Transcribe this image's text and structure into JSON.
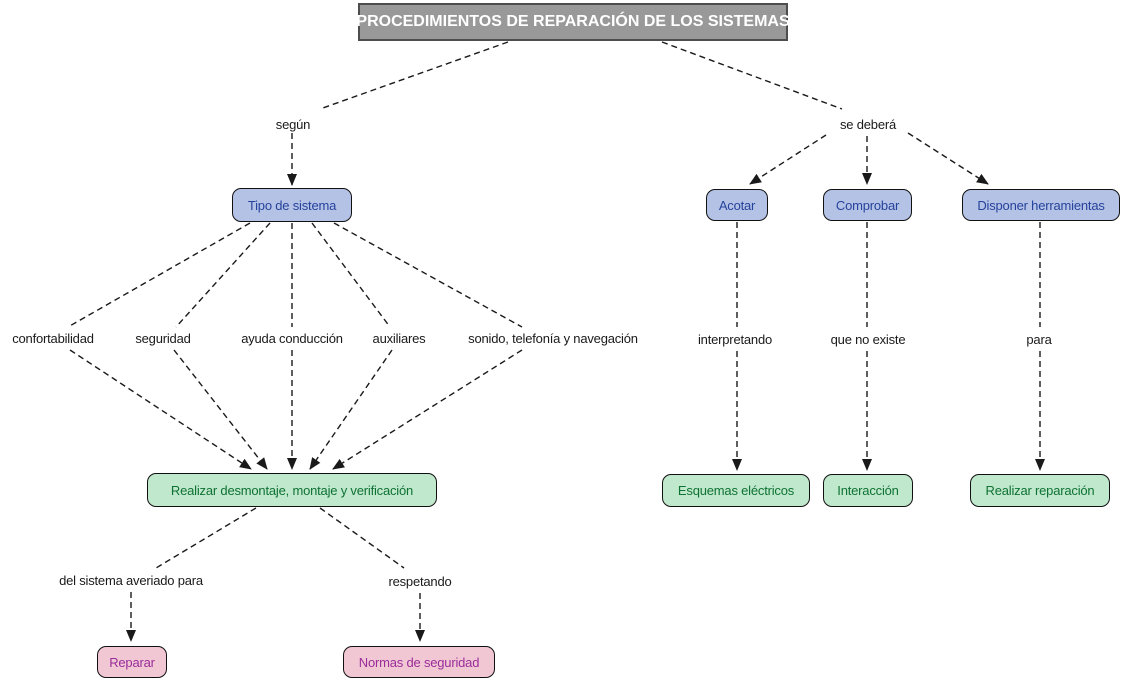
{
  "colors": {
    "background": "#ffffff",
    "title-fill": "#999999",
    "title-border": "#4d4d4d",
    "title-text": "#ffffff",
    "blue-fill": "#b4c2e6",
    "blue-text": "#26439c",
    "green-fill": "#c0e8cd",
    "green-text": "#0e7233",
    "pink-fill": "#f2c7d4",
    "pink-text": "#9a2d9a",
    "node-border": "#111111",
    "line-color": "#1a1a1a"
  },
  "nodes": {
    "title": {
      "label": "PROCEDIMIENTOS DE REPARACIÓN DE LOS SISTEMAS"
    },
    "tipo_sistema": {
      "label": "Tipo de sistema"
    },
    "acotar": {
      "label": "Acotar"
    },
    "comprobar": {
      "label": "Comprobar"
    },
    "disponer_herramientas": {
      "label": "Disponer herramientas"
    },
    "realizar_desmontaje": {
      "label": "Realizar desmontaje, montaje y verificación"
    },
    "esquemas_electricos": {
      "label": "Esquemas eléctricos"
    },
    "interaccion": {
      "label": "Interacción"
    },
    "realizar_reparacion": {
      "label": "Realizar reparación"
    },
    "reparar": {
      "label": "Reparar"
    },
    "normas_seguridad": {
      "label": "Normas de seguridad"
    }
  },
  "link_labels": {
    "segun": "según",
    "se_debera": "se deberá",
    "confortabilidad": "confortabilidad",
    "seguridad": "seguridad",
    "ayuda_conduccion": "ayuda conducción",
    "auxiliares": "auxiliares",
    "sonido_telefonia": "sonido, telefonía y navegación",
    "interpretando": "interpretando",
    "que_no_existe": "que no existe",
    "para": "para",
    "del_sistema_averiado": "del sistema averiado para",
    "respetando": "respetando"
  }
}
